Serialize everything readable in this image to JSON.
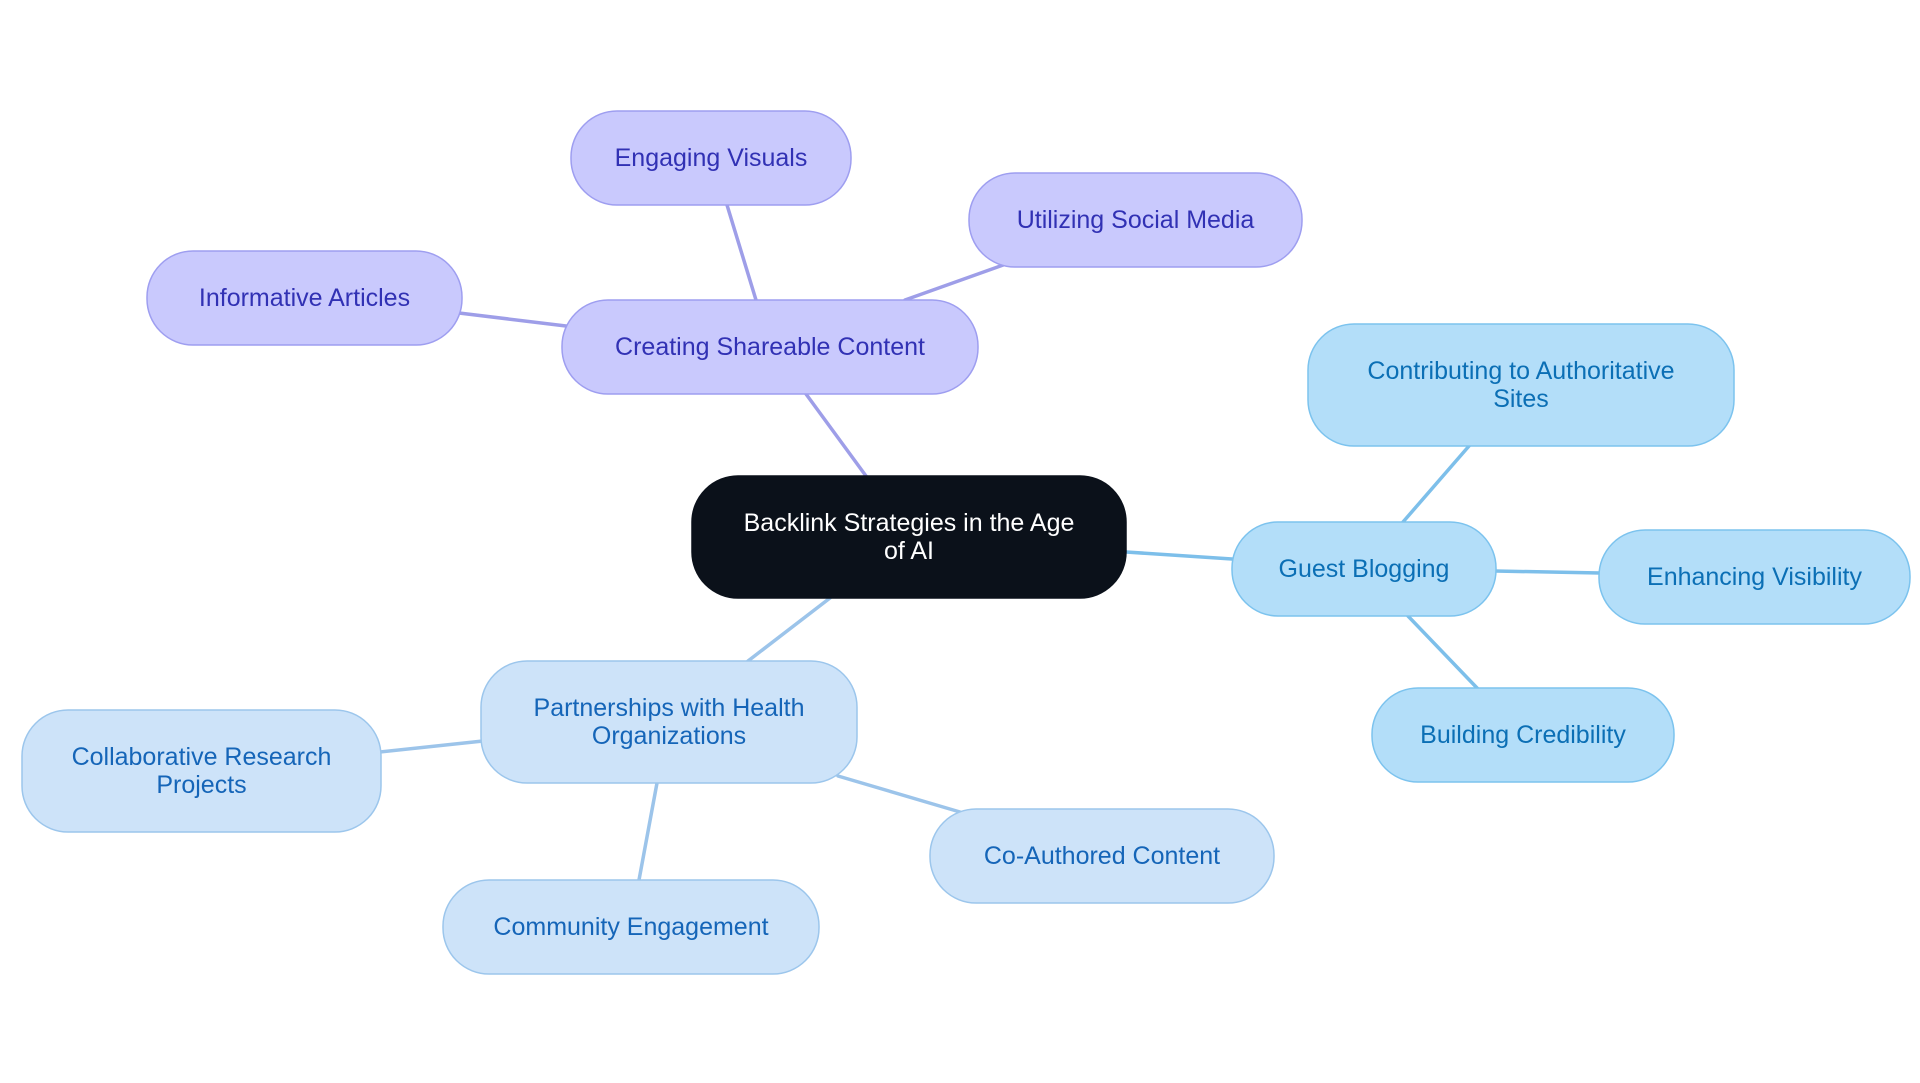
{
  "colors": {
    "background": "#ffffff",
    "root_fill": "#0b111a",
    "root_text": "#ffffff",
    "purple_fill": "#c9c9fd",
    "purple_stroke": "#9e9ef0",
    "purple_text": "#3131b4",
    "purple_line": "#9e9ee8",
    "blue_fill": "#b3def9",
    "blue_stroke": "#7cc3ee",
    "blue_text": "#0b6fb5",
    "blue_line": "#7dbfea",
    "light_fill": "#cde3f9",
    "light_stroke": "#9cc6ec",
    "light_text": "#1565b8",
    "light_line": "#9cc4ea"
  },
  "mindmap": {
    "root": {
      "id": "root",
      "lines": [
        "Backlink Strategies in the Age",
        "of AI"
      ]
    },
    "branches": [
      {
        "id": "creating-shareable-content",
        "theme": "purple",
        "lines": [
          "Creating Shareable Content"
        ],
        "children": [
          {
            "id": "informative-articles",
            "lines": [
              "Informative Articles"
            ]
          },
          {
            "id": "engaging-visuals",
            "lines": [
              "Engaging Visuals"
            ]
          },
          {
            "id": "utilizing-social-media",
            "lines": [
              "Utilizing Social Media"
            ]
          }
        ]
      },
      {
        "id": "guest-blogging",
        "theme": "blue",
        "lines": [
          "Guest Blogging"
        ],
        "children": [
          {
            "id": "contributing-to-authoritative-sites",
            "lines": [
              "Contributing to Authoritative",
              "Sites"
            ]
          },
          {
            "id": "enhancing-visibility",
            "lines": [
              "Enhancing Visibility"
            ]
          },
          {
            "id": "building-credibility",
            "lines": [
              "Building Credibility"
            ]
          }
        ]
      },
      {
        "id": "partnerships-with-health-organizations",
        "theme": "light",
        "lines": [
          "Partnerships with Health",
          "Organizations"
        ],
        "children": [
          {
            "id": "collaborative-research-projects",
            "lines": [
              "Collaborative Research",
              "Projects"
            ]
          },
          {
            "id": "community-engagement",
            "lines": [
              "Community Engagement"
            ]
          },
          {
            "id": "co-authored-content",
            "lines": [
              "Co-Authored Content"
            ]
          }
        ]
      }
    ]
  }
}
